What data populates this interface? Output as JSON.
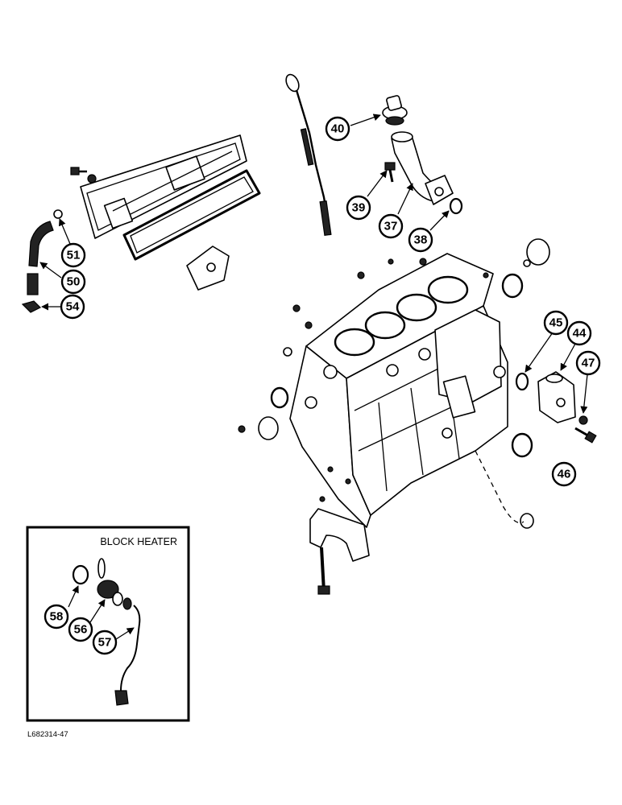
{
  "inset": {
    "title": "BLOCK HEATER"
  },
  "figure_code": "L682314-47",
  "callouts": [
    {
      "id": "c40",
      "label": "40"
    },
    {
      "id": "c39",
      "label": "39"
    },
    {
      "id": "c37",
      "label": "37"
    },
    {
      "id": "c38",
      "label": "38"
    },
    {
      "id": "c51",
      "label": "51"
    },
    {
      "id": "c50",
      "label": "50"
    },
    {
      "id": "c54",
      "label": "54"
    },
    {
      "id": "c45",
      "label": "45"
    },
    {
      "id": "c44",
      "label": "44"
    },
    {
      "id": "c47",
      "label": "47"
    },
    {
      "id": "c46",
      "label": "46"
    },
    {
      "id": "c58",
      "label": "58"
    },
    {
      "id": "c56",
      "label": "56"
    },
    {
      "id": "c57",
      "label": "57"
    }
  ]
}
